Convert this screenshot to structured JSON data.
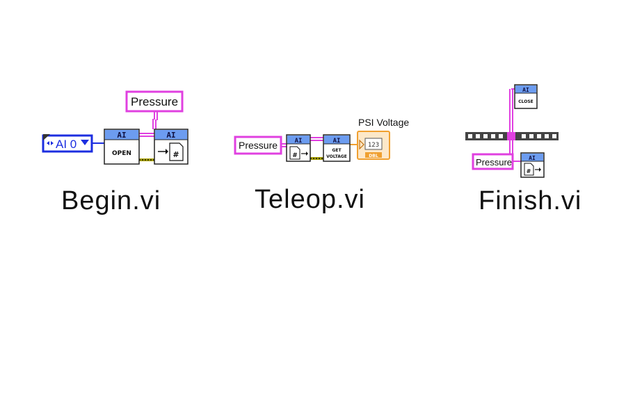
{
  "colors": {
    "refnum_wire": "#e040e0",
    "error_wire": "#a8a000",
    "error_wire_dash": "#3a3a00",
    "node_header": "#6c9cf0",
    "control_border": "#1c2ee0",
    "indicator_border": "#f0a030",
    "tunnel": "#555555"
  },
  "begin": {
    "channel_constant": {
      "value": "AI 0",
      "icon": "dropdown-arrow-icon"
    },
    "open_node": {
      "header": "AI",
      "label": "OPEN"
    },
    "write_node": {
      "header": "AI",
      "icon": "arrow-to-document-icon"
    },
    "pressure_var": {
      "label": "Pressure"
    },
    "caption": "Begin.vi"
  },
  "teleop": {
    "pressure_var": {
      "label": "Pressure"
    },
    "read_node": {
      "header": "AI",
      "icon": "document-to-arrow-icon"
    },
    "get_voltage_node": {
      "header": "AI",
      "label_line1": "GET",
      "label_line2": "VOLTAGE"
    },
    "indicator": {
      "label": "PSI Voltage",
      "display": "123",
      "type": "DBL"
    },
    "caption": "Teleop.vi"
  },
  "finish": {
    "close_node": {
      "header": "AI",
      "label": "CLOSE"
    },
    "pressure_var": {
      "label": "Pressure"
    },
    "read_node": {
      "header": "AI",
      "icon": "document-to-arrow-icon"
    },
    "caption": "Finish.vi"
  }
}
